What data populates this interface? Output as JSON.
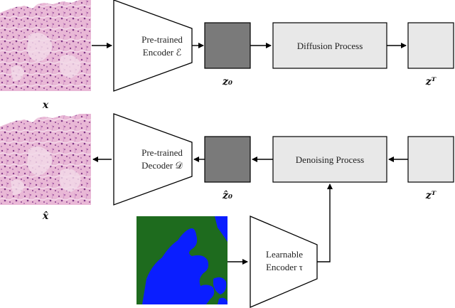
{
  "nodes": {
    "input_image": {
      "label": "x"
    },
    "encoder": {
      "line1": "Pre-trained",
      "line2": "Encoder ℰ"
    },
    "latent_z0": {
      "label": "z₀"
    },
    "diffusion": {
      "label": "Diffusion Process"
    },
    "latent_zT_top": {
      "label": "zᵀ"
    },
    "output_image": {
      "label": "x̂"
    },
    "decoder": {
      "line1": "Pre-trained",
      "line2": "Decoder 𝒟"
    },
    "latent_z0_hat": {
      "label": "ẑ₀"
    },
    "denoising": {
      "label": "Denoising Process"
    },
    "latent_zT_bottom": {
      "label": "zᵀ"
    },
    "learnable_encoder": {
      "line1": "Learnable",
      "line2": "Encoder τ"
    }
  },
  "colors": {
    "tissue_base": "#e9b8d6",
    "tissue_dark": "#8a3f8c",
    "mask_green": "#1e6b1e",
    "mask_blue": "#0a1eff",
    "latent_dark": "#7a7a7a",
    "process_fill": "#e8e8e8",
    "latent_light": "#e8e8e8"
  }
}
